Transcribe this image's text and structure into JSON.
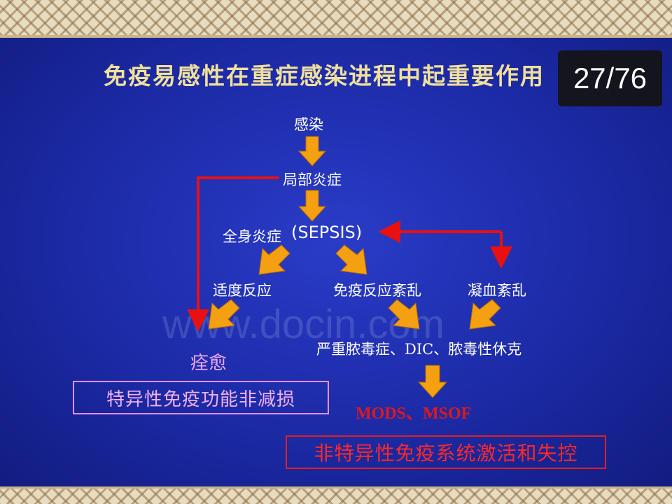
{
  "title": "免疫易感性在重症感染进程中起重要作用",
  "page_indicator": "27/76",
  "watermark": "www.docin.com",
  "nodes": {
    "infection": "感染",
    "local_inflammation": "局部炎症",
    "systemic_inflammation": "全身炎症",
    "sepsis": "(SEPSIS)",
    "moderate_response": "适度反应",
    "immune_disorder": "免疫反应紊乱",
    "coagulation_disorder": "凝血紊乱",
    "severe_outcomes": "严重脓毒症、DIC、脓毒性休克",
    "recovery": "痊愈",
    "mods": "MODS、MSOF"
  },
  "boxes": {
    "specific_immunity": "特异性免疫功能非减损",
    "nonspecific_immunity": "非特异性免疫系统激活和失控"
  },
  "colors": {
    "background": "#1c2aa6",
    "title": "#f0e09a",
    "arrow_fill": "#f5a010",
    "red_line": "#e81010",
    "pink": "#f1a8f1",
    "red_text": "#e01818"
  }
}
